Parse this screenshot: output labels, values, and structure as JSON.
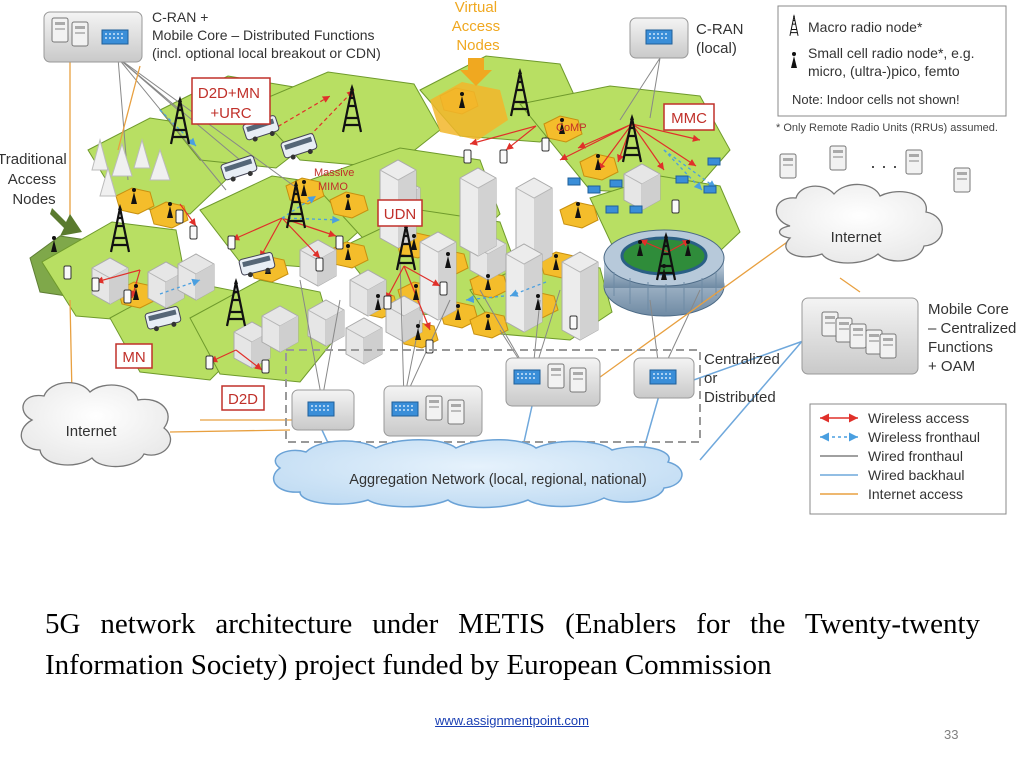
{
  "labels": {
    "cran_distributed": [
      "C-RAN +",
      "Mobile Core – Distributed Functions",
      "(incl. optional local breakout or CDN)"
    ],
    "virtual_access": [
      "Virtual",
      "Access",
      "Nodes"
    ],
    "cran_local": [
      "C-RAN",
      "(local)"
    ],
    "d2d_mn_urc": [
      "D2D+MN",
      "+URC"
    ],
    "mmc": "MMC",
    "comp": "CoMP",
    "massive_mimo": [
      "Massive",
      "MIMO"
    ],
    "udn": "UDN",
    "traditional": [
      "Traditional",
      "Access",
      "Nodes"
    ],
    "mn": "MN",
    "d2d": "D2D",
    "internet_left": "Internet",
    "internet_right": "Internet",
    "mobile_core_central": [
      "Mobile Core",
      "– Centralized",
      "Functions",
      "+ OAM"
    ],
    "centralized_or_distributed": [
      "Centralized",
      "or",
      "Distributed"
    ],
    "aggregation": "Aggregation Network (local, regional, national)"
  },
  "node_legend": {
    "macro": "Macro radio node*",
    "small": [
      "Small cell radio node*, e.g.",
      "micro, (ultra-)pico, femto"
    ],
    "note": "Note:  Indoor cells not shown!"
  },
  "rru_note": "* Only Remote Radio Units (RRUs) assumed.",
  "link_legend": [
    {
      "label": "Wireless access",
      "color": "#e0302a",
      "style": "arrow"
    },
    {
      "label": "Wireless fronthaul",
      "color": "#4a9fe0",
      "style": "dashed-arrow"
    },
    {
      "label": "Wired fronthaul",
      "color": "#808080",
      "style": "line"
    },
    {
      "label": "Wired backhaul",
      "color": "#6fa8dc",
      "style": "line"
    },
    {
      "label": "Internet access",
      "color": "#e8a040",
      "style": "line"
    }
  ],
  "caption": "5G network architecture under METIS  (Enablers for the Twenty-twenty Information Society) project funded by European Commission",
  "website": "www.assignmentpoint.com",
  "page_number": "33"
}
